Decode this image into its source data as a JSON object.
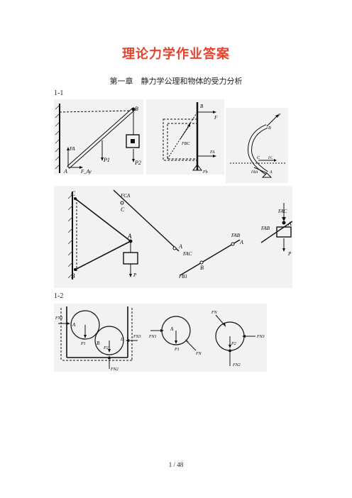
{
  "doc_title": "理论力学作业答案",
  "chapter_heading": "第一章　静力学公理和物体的受力分析",
  "sections": [
    {
      "label": "1-1"
    },
    {
      "label": "1-2"
    }
  ],
  "fig_a": {
    "B": "B",
    "A": "A",
    "P1": "P1",
    "P2": "P2",
    "FA": "FA",
    "FAy": "F_Ay"
  },
  "fig_b": {
    "B": "B",
    "F": "F",
    "FBC": "FBC",
    "FA": "FA",
    "Fb": "Fb"
  },
  "fig_c": {
    "F": "F",
    "B": "B",
    "C": "C",
    "FC": "FC",
    "FBA": "FBA",
    "A": "A"
  },
  "fig_d": {
    "C": "C",
    "A": "A",
    "B": "B",
    "P": "P",
    "FCA": "FCA",
    "C2": "C",
    "A2": "A",
    "FAC": "FAC",
    "B2": "B",
    "FBA": "FB1",
    "FAB": "FAB",
    "A3": "A",
    "FAC2": "FAC",
    "FAB2": "FAB",
    "A4": "A",
    "P2": "P"
  },
  "fig_e": {
    "F1": "FN1",
    "A": "A",
    "B": "B",
    "P1": "P1",
    "P2": "P2",
    "D": "D",
    "FD": "FN3",
    "FN2": "FN2",
    "FA": "FN1",
    "A2": "A",
    "P12": "P1",
    "F2": "FN",
    "FC": "FN",
    "P22": "P2",
    "FD2": "FN3",
    "FN22": "FN2"
  },
  "footer": "1 / 48"
}
